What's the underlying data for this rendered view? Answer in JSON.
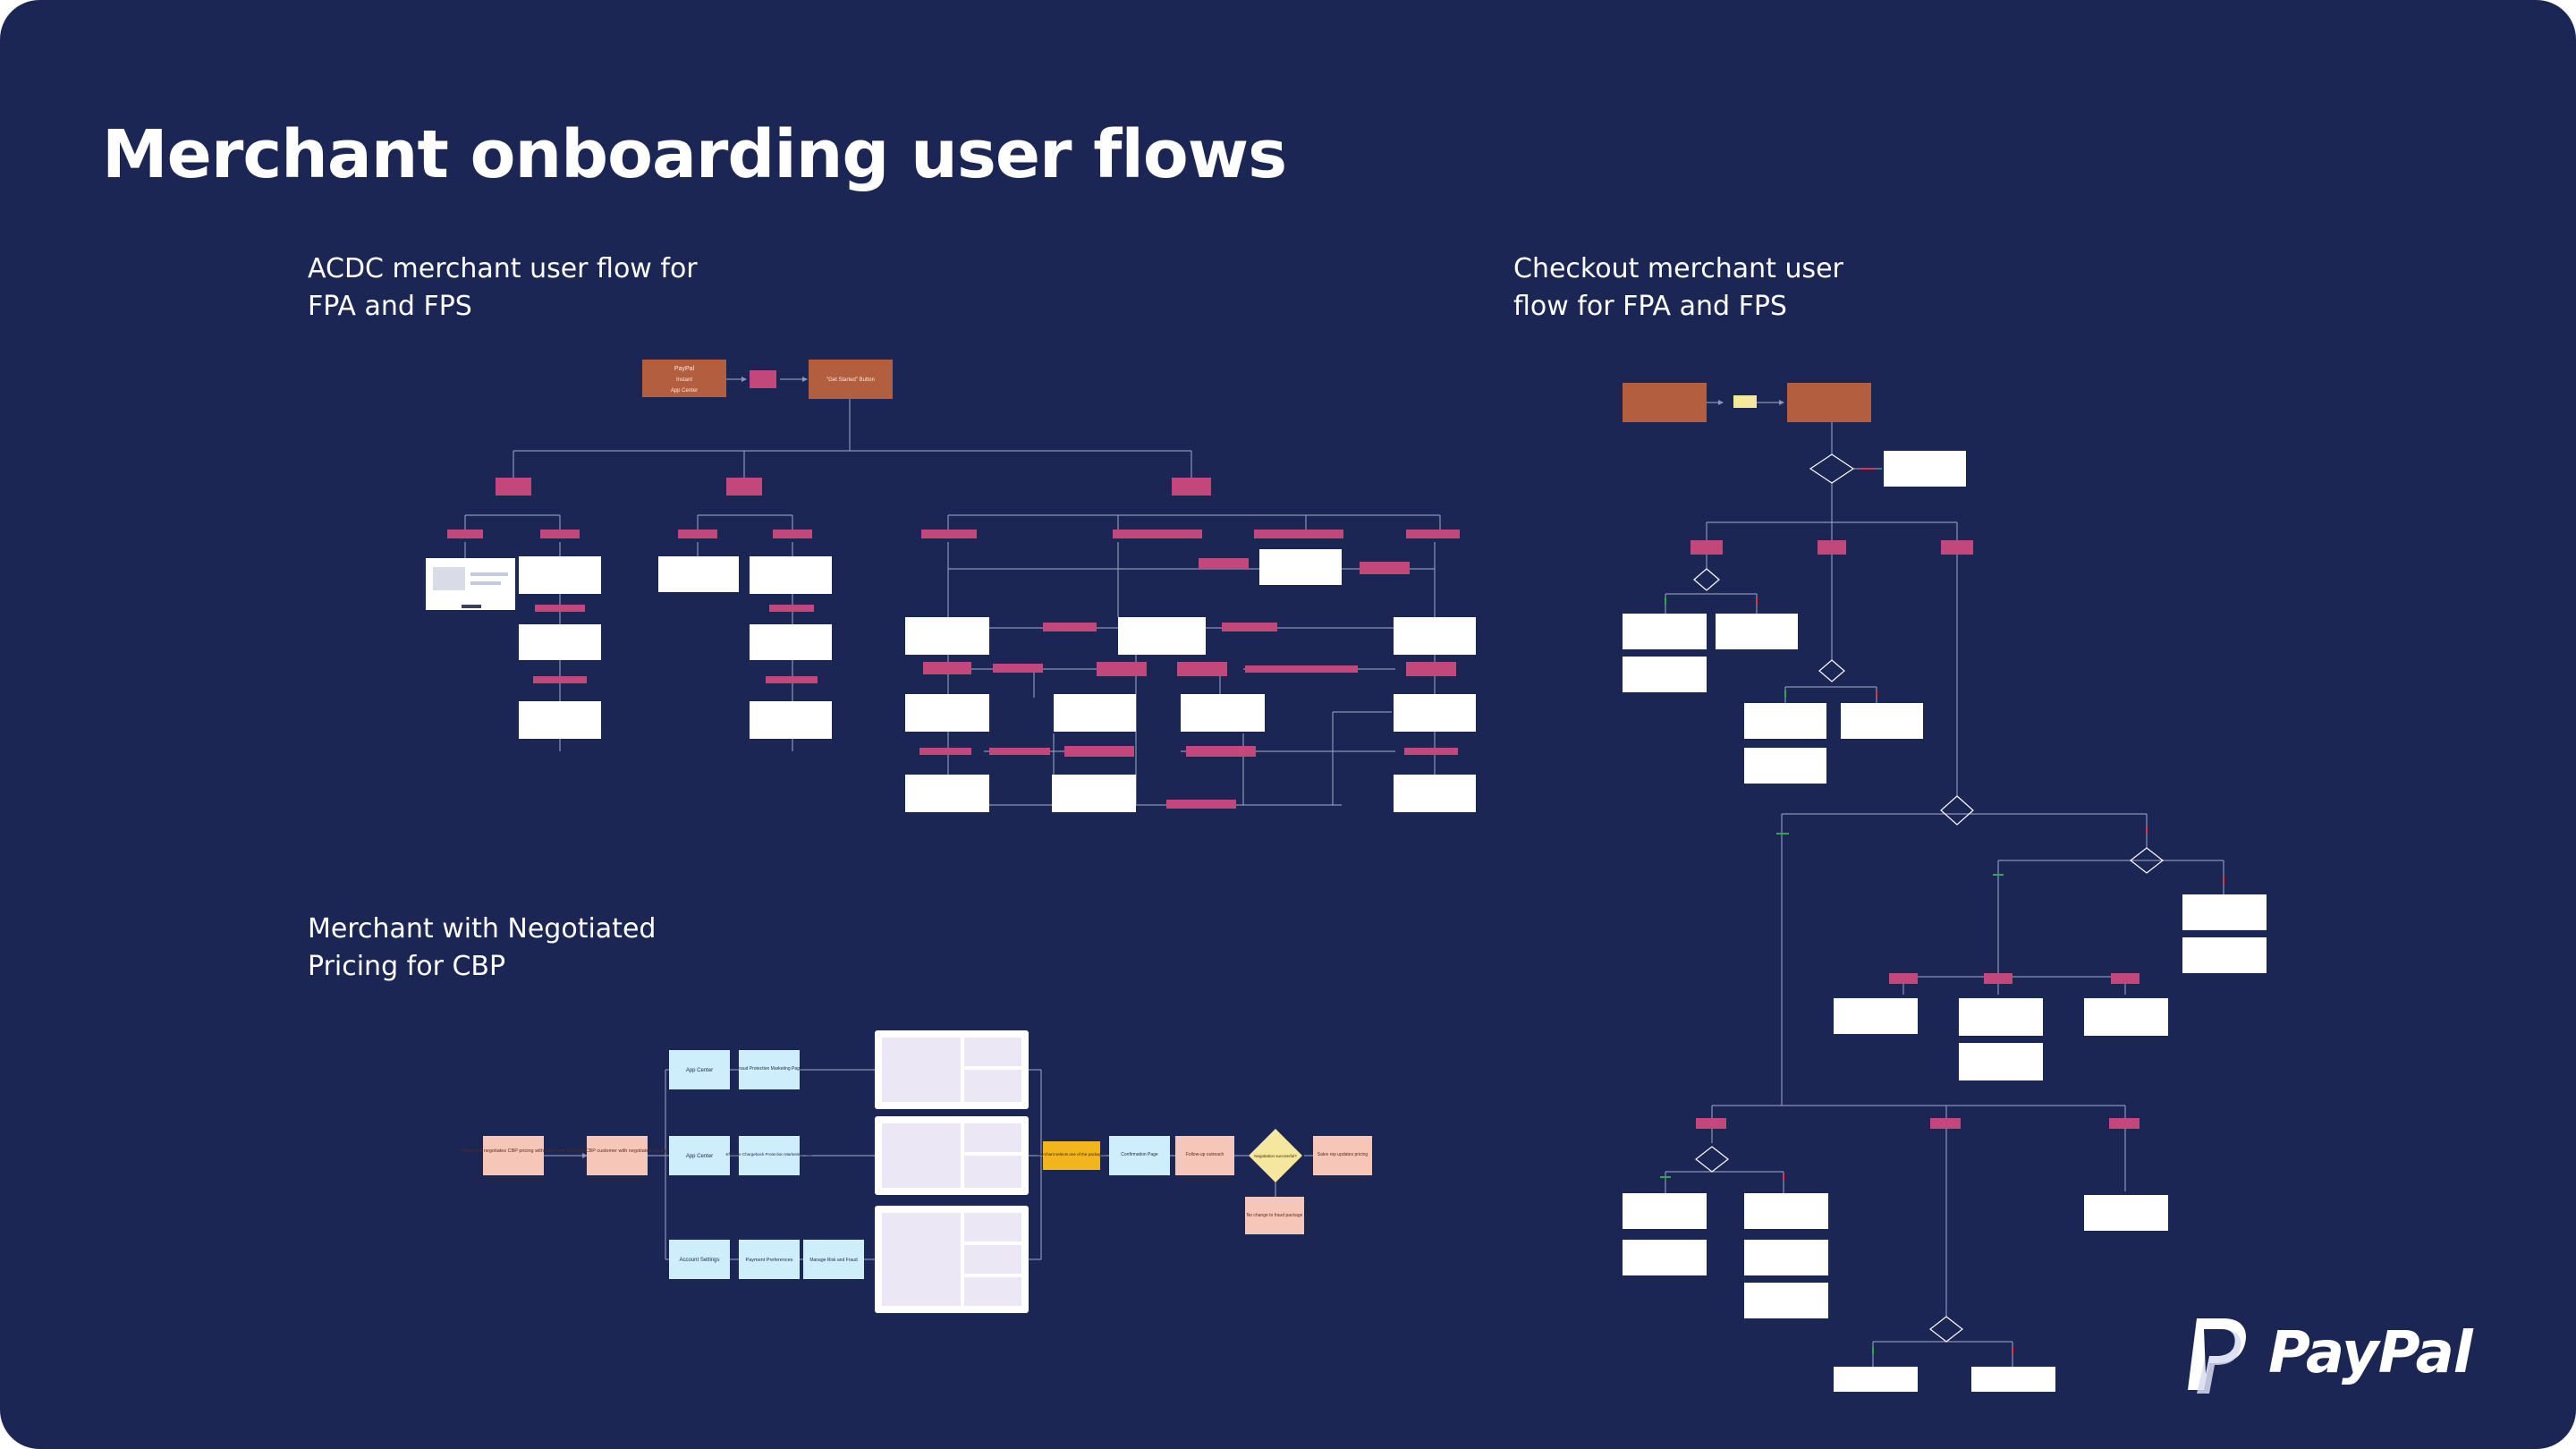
{
  "page": {
    "title": "Merchant onboarding user flows"
  },
  "sections": {
    "acdc": {
      "line1": "ACDC merchant user flow for",
      "line2": "FPA and FPS"
    },
    "checkout": {
      "line1": "Checkout merchant user",
      "line2": "flow for FPA and FPS"
    },
    "negotiated": {
      "line1": "Merchant with Negotiated",
      "line2": "Pricing for CBP"
    }
  },
  "acdc_flow": {
    "start_box": {
      "line1": "PayPal",
      "line2": "Instant",
      "line3": "App Center"
    },
    "landing_box": {
      "label": "\"Get Started\" Button"
    }
  },
  "cbp_flow": {
    "start": "Merchant negotiates CBP pricing with sales rep",
    "existing": "Existing CBP customer with negotiated pricing",
    "app_center_1": "App Center",
    "fraud_protection": "Fraud Protection Marketing Page",
    "app_center_2": "App Center",
    "effective_marketing": "Effective Chargeback Protection Marketing Page",
    "account_settings": "Account Settings",
    "payment_preferences": "Payment Preferences",
    "manage_risk": "Manage Risk and Fraud",
    "decision_highlight": "Merchant selects one of the packages",
    "confirmation": "Confirmation Page",
    "follow_up": "Follow-up outreach",
    "diamond": "Negotiation successful?",
    "sales": "Sales rep updates pricing",
    "no_change": "No change to fraud package"
  },
  "colors": {
    "background": "#1c2655",
    "brown_node": "#b25e3f",
    "pink_label": "#c2477a",
    "white_node": "#ffffff",
    "connector": "#8b93b8",
    "cyan_node": "#cdeefa",
    "peach_node": "#f6c7b8",
    "yellow_node": "#f2b51e",
    "lavender_panel": "#ece7f5"
  },
  "brand": {
    "wordmark": "PayPal",
    "icon": "paypal-logo-icon"
  }
}
